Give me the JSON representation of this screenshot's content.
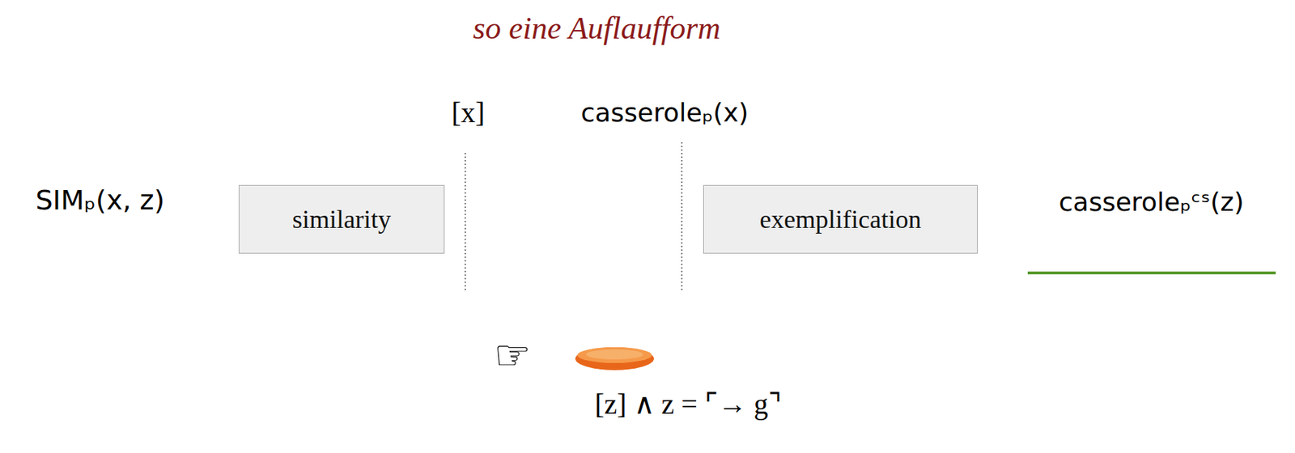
{
  "diagram": {
    "title": "so eine Auflaufform",
    "nodes": [
      {
        "text": [
          "similarity"
        ]
      },
      {
        "text": [
          "exemplification"
        ]
      }
    ],
    "labels": [
      "[x]",
      "casseroleₚ(x)",
      "SIMₚ(x, z)",
      "casseroleₚᶜˢ(z)",
      "☞",
      "[z] ∧ z = ⌜→ g⌝"
    ]
  }
}
